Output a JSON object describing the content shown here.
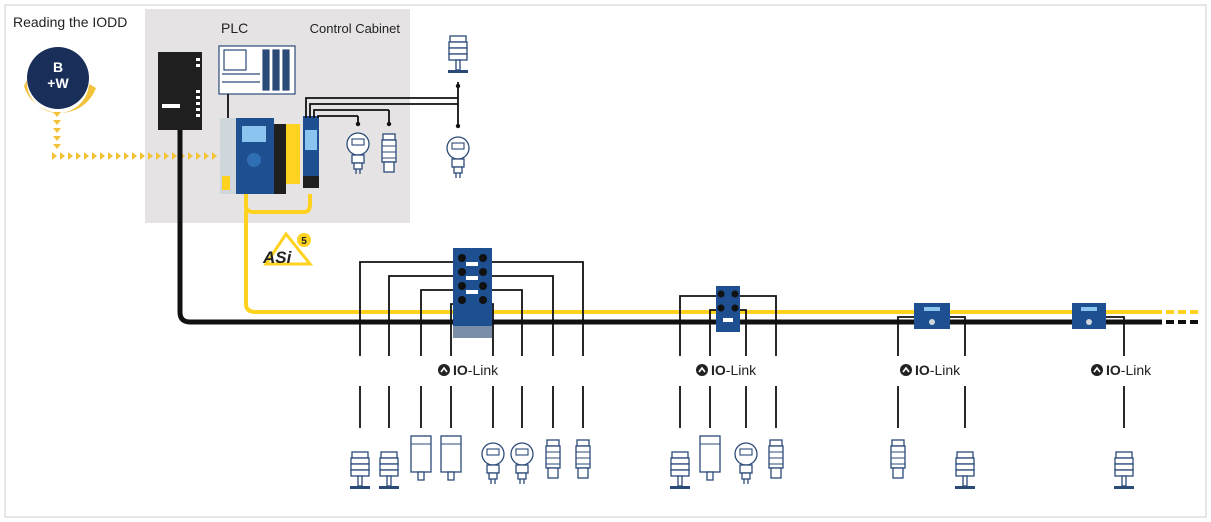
{
  "title": "Reading the IODD",
  "logo": {
    "text_top": "B",
    "text_bottom": "+W"
  },
  "plc": {
    "label": "PLC"
  },
  "cabinet": {
    "label": "Control Cabinet"
  },
  "asi": {
    "label": "ASi",
    "version": "5"
  },
  "iolink": {
    "label_io": "IO",
    "label_link": "-Link"
  },
  "colors": {
    "asi_yellow": "#ffd21f",
    "bus_black": "#111111",
    "device_blue": "#1d4f91",
    "device_line": "#2b4a78",
    "cabinet_gray": "#e5e3e3",
    "iodd_arrow": "#f2c23a"
  }
}
